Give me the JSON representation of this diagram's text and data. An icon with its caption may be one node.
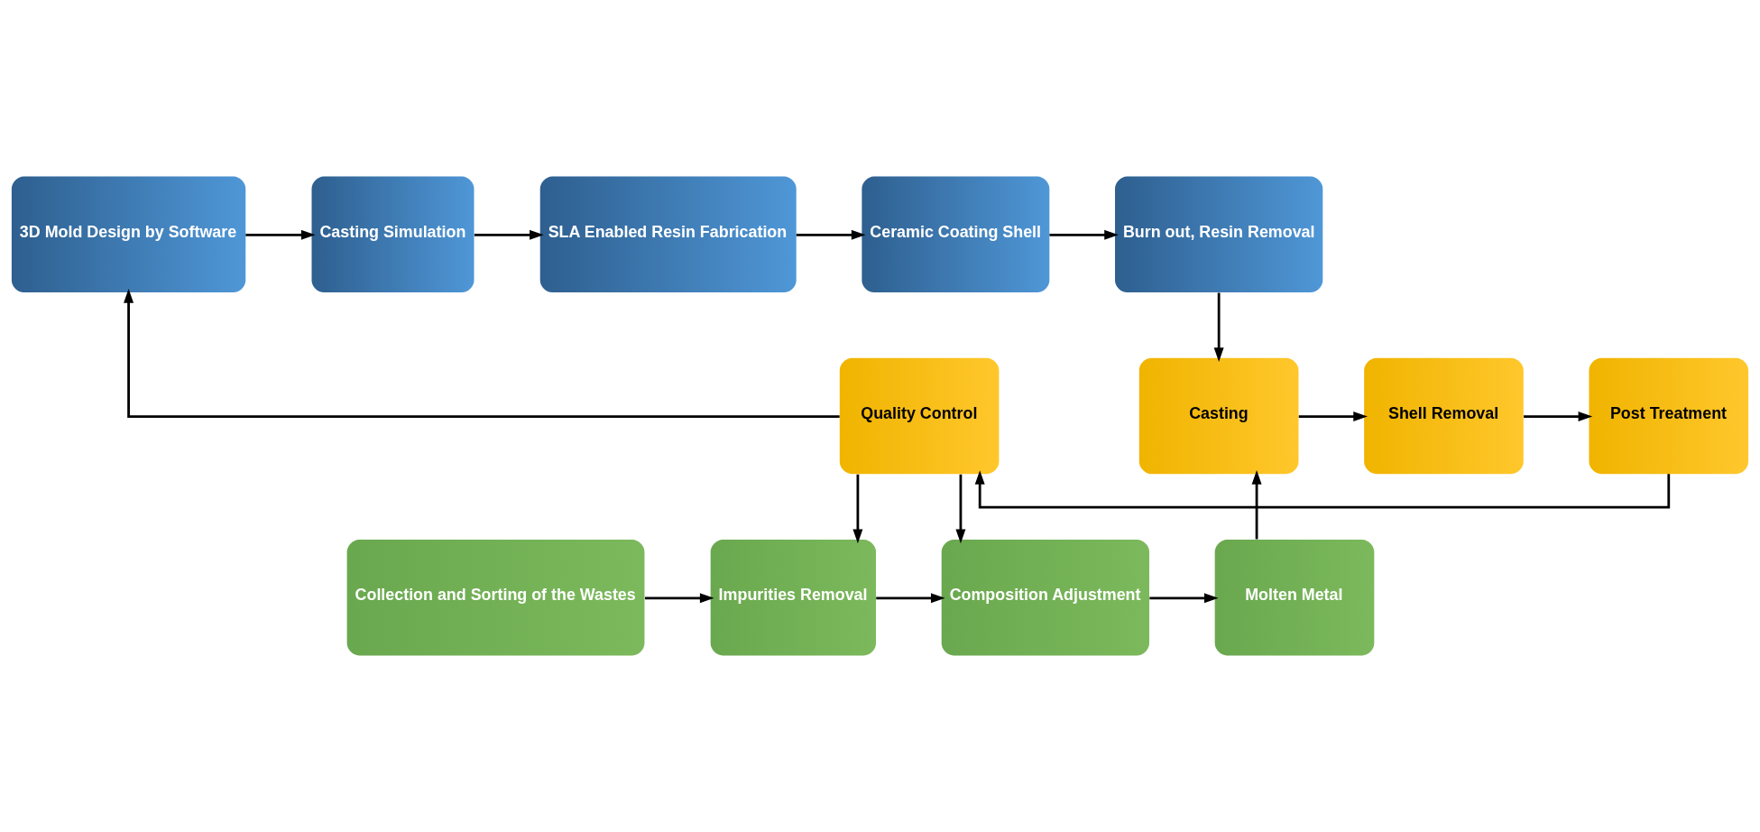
{
  "diagram": {
    "nodes": [
      {
        "text": [
          "3D Mold Design by Software"
        ]
      },
      {
        "text": [
          "Casting Simulation"
        ]
      },
      {
        "text": [
          "SLA Enabled Resin Fabrication"
        ]
      },
      {
        "text": [
          "Ceramic Coating Shell"
        ]
      },
      {
        "text": [
          "Burn out, Resin Removal"
        ]
      },
      {
        "text": [
          "Quality Control"
        ]
      },
      {
        "text": [
          "Post Treatment"
        ]
      },
      {
        "text": [
          "Shell Removal"
        ]
      },
      {
        "text": [
          "Casting"
        ]
      },
      {
        "text": [
          "Collection and Sorting of the Wastes"
        ]
      },
      {
        "text": [
          "Impurities Removal"
        ]
      },
      {
        "text": [
          "Composition Adjustment"
        ]
      },
      {
        "text": [
          "Molten Metal"
        ]
      }
    ],
    "edges": [
      {
        "from": 0,
        "to": 1,
        "arrow": "to"
      },
      {
        "from": 1,
        "to": 2,
        "arrow": "to"
      },
      {
        "from": 2,
        "to": 3,
        "arrow": "to"
      },
      {
        "from": 3,
        "to": 4,
        "arrow": "to"
      },
      {
        "from": 4,
        "to": 8,
        "arrow": "to"
      },
      {
        "from": 8,
        "to": 7,
        "arrow": "to"
      },
      {
        "from": 7,
        "to": 6,
        "arrow": "to"
      },
      {
        "from": 6,
        "to": 5,
        "arrow": "to"
      },
      {
        "from": 5,
        "to": 0,
        "arrow": "to"
      },
      {
        "from": 5,
        "to": 10,
        "arrow": "to"
      },
      {
        "from": 5,
        "to": 11,
        "arrow": "to"
      },
      {
        "from": 9,
        "to": 10,
        "arrow": "to"
      },
      {
        "from": 10,
        "to": 11,
        "arrow": "to"
      },
      {
        "from": 11,
        "to": 12,
        "arrow": "to"
      },
      {
        "from": 12,
        "to": 8,
        "arrow": "to"
      }
    ]
  }
}
